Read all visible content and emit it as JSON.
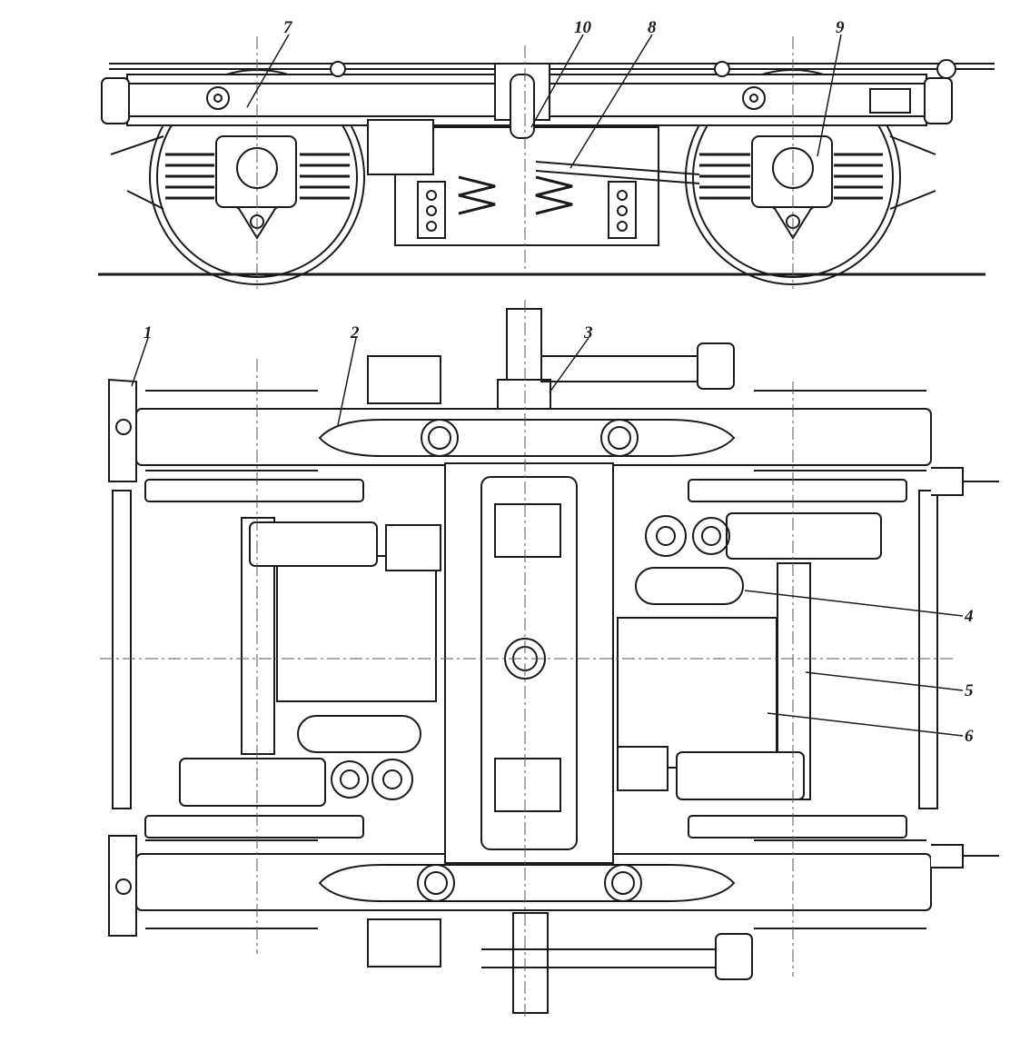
{
  "colors": {
    "ink": "#1a1a1a",
    "paper": "#ffffff",
    "centerline": "#555555"
  },
  "views": {
    "side": {
      "name": "side-elevation"
    },
    "plan": {
      "name": "plan-view"
    }
  },
  "callouts": [
    {
      "id": "7",
      "label": "7"
    },
    {
      "id": "10",
      "label": "10"
    },
    {
      "id": "8",
      "label": "8"
    },
    {
      "id": "9",
      "label": "9"
    },
    {
      "id": "1",
      "label": "1"
    },
    {
      "id": "2",
      "label": "2"
    },
    {
      "id": "3",
      "label": "3"
    },
    {
      "id": "4",
      "label": "4"
    },
    {
      "id": "5",
      "label": "5"
    },
    {
      "id": "6",
      "label": "6"
    }
  ]
}
